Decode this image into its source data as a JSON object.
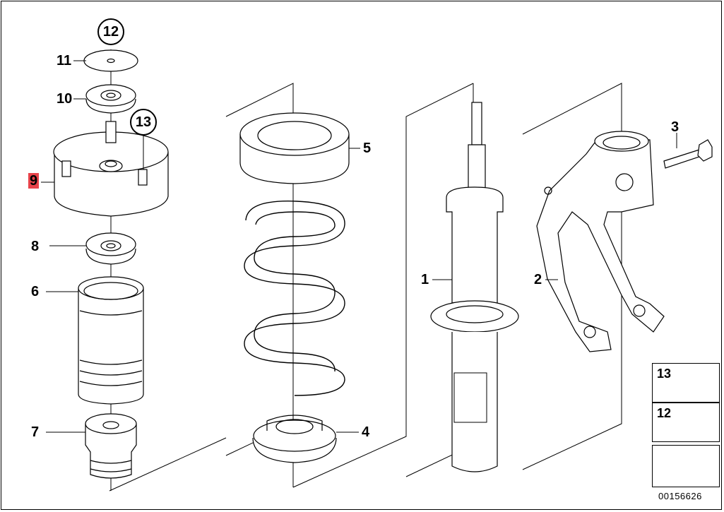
{
  "diagram": {
    "document_number": "00156626",
    "highlighted_part": "9",
    "highlight_color": "#e8434a",
    "line_color": "#000000",
    "fill_color": "#ffffff",
    "parts": [
      {
        "id": "1"
      },
      {
        "id": "2"
      },
      {
        "id": "3"
      },
      {
        "id": "4"
      },
      {
        "id": "5"
      },
      {
        "id": "6"
      },
      {
        "id": "7"
      },
      {
        "id": "8"
      },
      {
        "id": "9"
      },
      {
        "id": "10"
      },
      {
        "id": "11"
      },
      {
        "id": "12"
      },
      {
        "id": "13"
      }
    ],
    "legend": [
      {
        "id": "13"
      },
      {
        "id": "12"
      }
    ]
  }
}
